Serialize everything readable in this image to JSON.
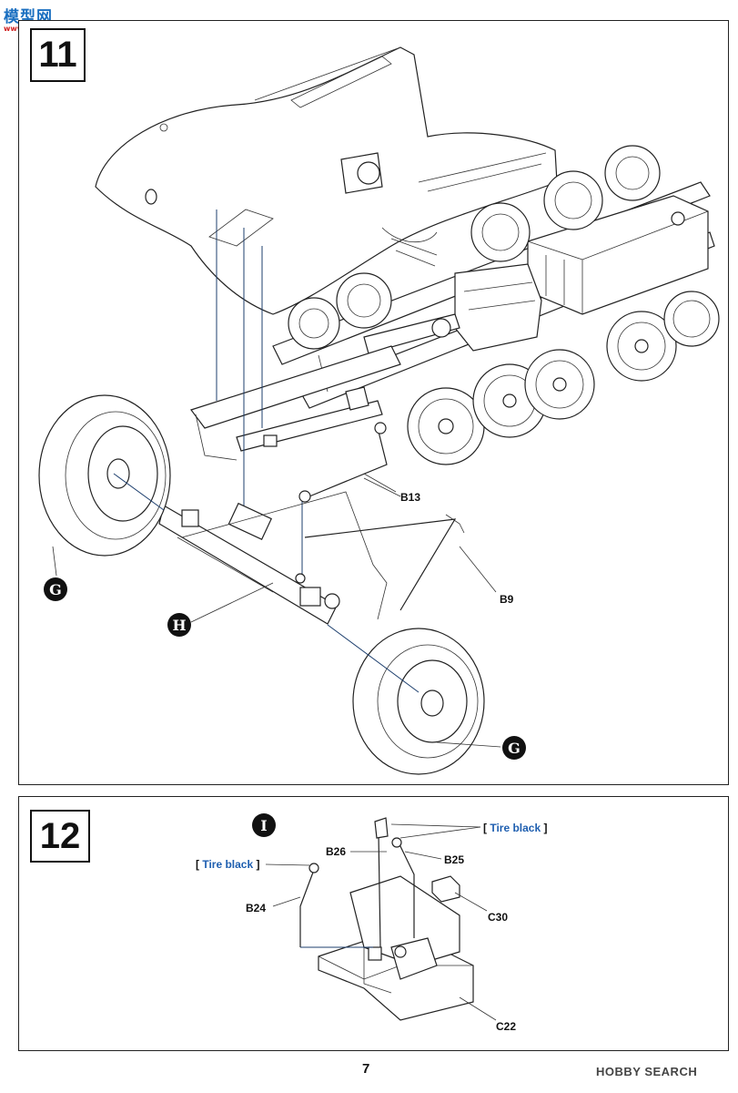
{
  "watermark": {
    "site_name": "模型网",
    "site_url": "www.moxing.net"
  },
  "step_11": {
    "number": "11",
    "parts": [
      "B13",
      "B9"
    ],
    "subassemblies": [
      "G",
      "H",
      "G"
    ]
  },
  "step_12": {
    "number": "12",
    "subassembly": "I",
    "parts": [
      "B26",
      "B25",
      "B24",
      "C30",
      "C22"
    ],
    "paint_notes": [
      {
        "bracket_open": "[",
        "color": "Tire black",
        "bracket_close": "]"
      },
      {
        "bracket_open": "[",
        "color": "Tire black",
        "bracket_close": "]"
      }
    ]
  },
  "footer": {
    "page_number": "7",
    "source": "HOBBY SEARCH"
  }
}
